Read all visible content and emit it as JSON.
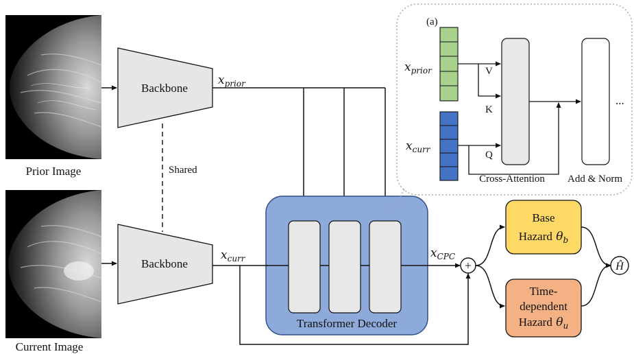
{
  "images": {
    "prior_caption": "Prior Image",
    "current_caption": "Current Image"
  },
  "backbone": {
    "top_label": "Backbone",
    "bottom_label": "Backbone",
    "shared_label": "Shared"
  },
  "features": {
    "x_prior": {
      "base": "x",
      "sub": "prior"
    },
    "x_curr": {
      "base": "x",
      "sub": "curr"
    },
    "x_cpc": {
      "base": "x",
      "sub": "CPC"
    }
  },
  "decoder": {
    "label": "Transformer Decoder"
  },
  "heads": {
    "base": {
      "line1": "Base",
      "line2": "Hazard",
      "theta_sub": "b"
    },
    "time": {
      "line1": "Time-",
      "line2": "dependent",
      "line3": "Hazard",
      "theta_sub": "u"
    },
    "output": "Ĥ",
    "plus": "+"
  },
  "inset": {
    "tag": "(a)",
    "x_prior": {
      "base": "x",
      "sub": "prior"
    },
    "x_curr": {
      "base": "x",
      "sub": "curr"
    },
    "v_label": "V",
    "k_label": "K",
    "q_label": "Q",
    "cross_attention_label": "Cross-Attention",
    "add_norm_label": "Add & Norm",
    "ellipsis": "..."
  },
  "colors": {
    "decoder_fill": "#8eaadb",
    "decoder_stroke": "#2f4e8a",
    "block_fill": "#e8e8e8",
    "backbone_fill": "#e6e6e6",
    "prior_token": "#a9d18e",
    "curr_token": "#4472c4",
    "base_hazard": "#ffd966",
    "time_hazard": "#f4b183",
    "inset_border": "#aaaaaa"
  }
}
